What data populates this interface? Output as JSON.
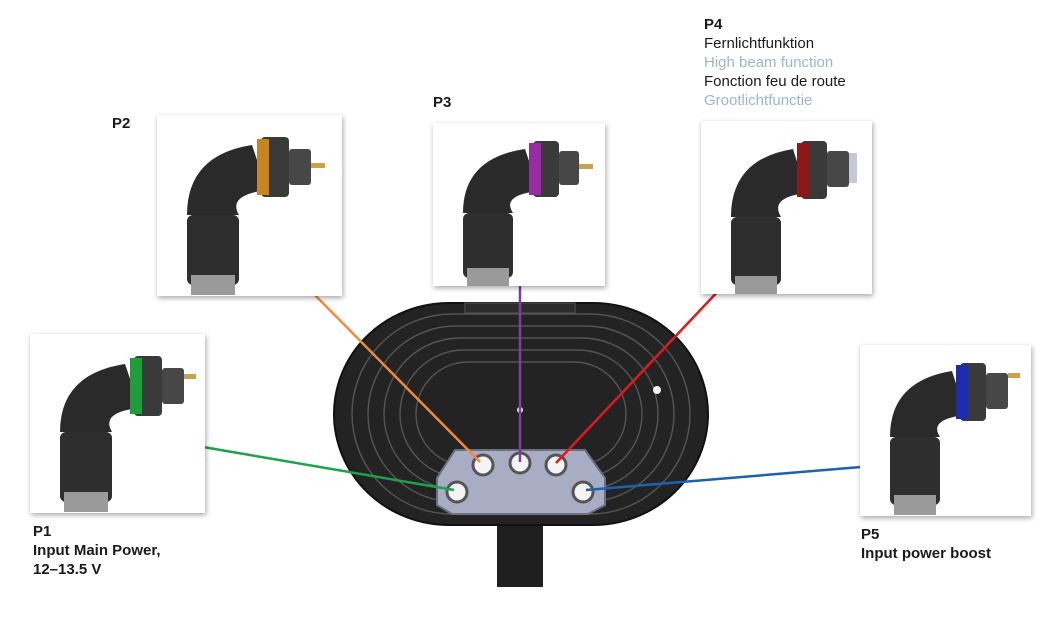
{
  "connectors": [
    {
      "id": "P1",
      "pin": "P1",
      "lines": [
        "Input Main Power,",
        "12–13.5 V"
      ],
      "color": "#1aa34a",
      "ring": "#1f9d3a"
    },
    {
      "id": "P2",
      "pin": "P2",
      "lines": [],
      "color": "#f08a3c",
      "ring": "#c8841e"
    },
    {
      "id": "P3",
      "pin": "P3",
      "lines": [],
      "color": "#7b3fa0",
      "ring": "#9b2aa6"
    },
    {
      "id": "P4",
      "pin": "P4",
      "lines": [],
      "color": "#e0191e",
      "ring": "#8e1818",
      "languages": [
        {
          "text": "Fernlichtfunktion",
          "muted": false
        },
        {
          "text": "High beam function",
          "muted": true
        },
        {
          "text": "Fonction feu de route",
          "muted": false
        },
        {
          "text": "Grootlichtfunctie",
          "muted": true
        }
      ]
    },
    {
      "id": "P5",
      "pin": "P5",
      "lines": [
        "Input power boost"
      ],
      "color": "#1b63b0",
      "ring": "#1c2bb0"
    }
  ]
}
